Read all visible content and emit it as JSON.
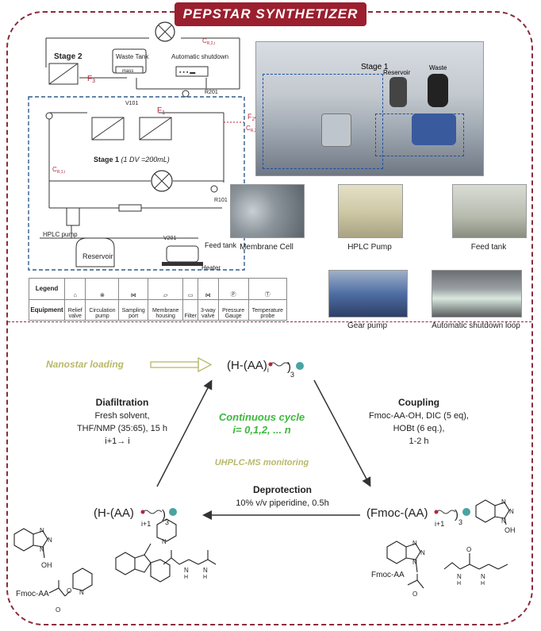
{
  "title": "PEPSTAR SYNTHETIZER",
  "schematic": {
    "stage2": "Stage 2",
    "waste_tank": "Waste Tank",
    "mass": "mass",
    "automatic_shutdown": "Automatic shutdown",
    "f3": "F",
    "f3_sub": "3",
    "cr2": "C",
    "cr2_sub": "R,2,i",
    "v101": "V101",
    "r201": "R201",
    "f1": "F",
    "f1_sub": "1",
    "f2_label": "F",
    "f2_sub": "2",
    "f2_amp": "&",
    "cr2b": "C",
    "cr2b_sub": "R,2,i",
    "stage1": "Stage 1",
    "stage1_dv": "(1 DV =200mL)",
    "cr1": "C",
    "cr1_sub": "R,1,i",
    "r101": "R101",
    "hplc_pump": "HPLC pump",
    "v201": "V201",
    "feed_tank": "Feed tank",
    "reservoir": "Reservoir",
    "heater": "Heater"
  },
  "legend": {
    "legend_label": "Legend",
    "equipment_label": "Equipment",
    "items": [
      "Relief valve",
      "Circulation pump",
      "Sampling port",
      "Membrane housing",
      "Filter",
      "3-way valve",
      "Pressure Gauge",
      "Temperature probe"
    ]
  },
  "photos": {
    "stage1_photo": "Stage 1",
    "reservoir_photo": "Reservoir",
    "waste_photo": "Waste",
    "membrane_cell": "Membrane Cell",
    "hplc_pump": "HPLC Pump",
    "feed_tank": "Feed tank",
    "gear_pump": "Gear pump",
    "automatic_shutdown_loop": "Automatic shutdown loop"
  },
  "cycle": {
    "nanostar_loading": "Nanostar loading",
    "top_formula": "H-(AA)",
    "top_sub": "i",
    "top_mult": "3",
    "diafiltration_title": "Diafiltration",
    "diafiltration_l1": "Fresh solvent,",
    "diafiltration_l2": "THF/NMP (35:65), 15 h",
    "diafiltration_l3": "i+1→ i",
    "continuous_l1": "Continuous cycle",
    "continuous_l2": "i= 0,1,2, ... n",
    "uhplc": "UHPLC-MS monitoring",
    "coupling_title": "Coupling",
    "coupling_l1": "Fmoc-AA-OH, DIC (5 eq),",
    "coupling_l2": "HOBt (6 eq.),",
    "coupling_l3": "1-2 h",
    "deprotection_title": "Deprotection",
    "deprotection_l1": "10% v/v piperidine, 0.5h",
    "left_formula": "H-(AA)",
    "left_sub": "i+1",
    "left_mult": "3",
    "right_formula": "Fmoc-(AA)",
    "right_sub": "i+1",
    "right_mult": "3",
    "oh_left": "OH",
    "oh_right": "OH",
    "fmoc_aa_left": "Fmoc-AA",
    "fmoc_aa_right": "Fmoc-AA",
    "n_label": "N",
    "o_label": "O",
    "h_label": "H"
  },
  "colors": {
    "frame": "#8a2b3c",
    "title_bg": "#9b1f2e",
    "stage_box": "#2f5d8c",
    "accent_red": "#b3263a",
    "green": "#3db83d",
    "olive": "#b8b86a"
  }
}
